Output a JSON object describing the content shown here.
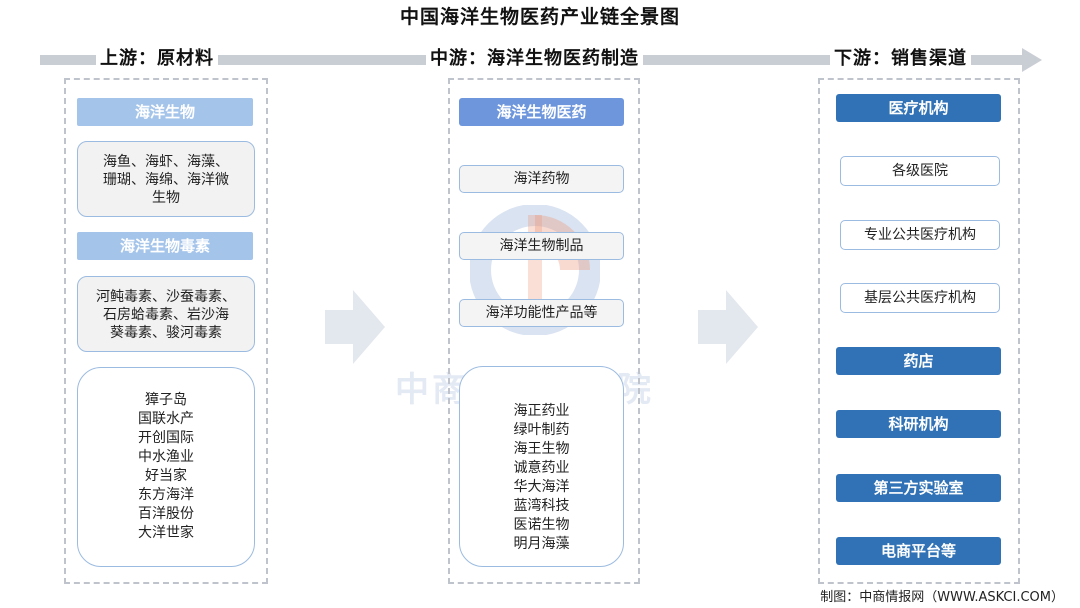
{
  "title": "中国海洋生物医药产业链全景图",
  "stages": {
    "upstream": "上游：原材料",
    "midstream": "中游：海洋生物医药制造",
    "downstream": "下游：销售渠道"
  },
  "upstream": {
    "group1_header": "海洋生物",
    "group1_lines": [
      "海鱼、海虾、海藻、",
      "珊瑚、海绵、海洋微",
      "生物"
    ],
    "group2_header": "海洋生物毒素",
    "group2_lines": [
      "河鲀毒素、沙蚕毒素、",
      "石房蛤毒素、岩沙海",
      "葵毒素、骏河毒素"
    ],
    "companies": [
      "獐子岛",
      "国联水产",
      "开创国际",
      "中水渔业",
      "好当家",
      "东方海洋",
      "百洋股份",
      "大洋世家"
    ]
  },
  "midstream": {
    "header": "海洋生物医药",
    "items": [
      "海洋药物",
      "海洋生物制品",
      "海洋功能性产品等"
    ],
    "companies": [
      "海正药业",
      "绿叶制药",
      "海王生物",
      "诚意药业",
      "华大海洋",
      "蓝湾科技",
      "医诺生物",
      "明月海藻"
    ]
  },
  "downstream": {
    "medical": "医疗机构",
    "medical_sub": [
      "各级医院",
      "专业公共医疗机构",
      "基层公共医疗机构"
    ],
    "channels": [
      "药店",
      "科研机构",
      "第三方实验室",
      "电商平台等"
    ]
  },
  "watermark": "中商产业研究院",
  "credit": "制图：中商情报网（WWW.ASKCI.COM）",
  "colors": {
    "light_blue": "#a4c4ea",
    "mid_blue": "#6d96dc",
    "dark_blue": "#3072b5",
    "panel_border": "#bfc4cc",
    "arrow": "#e3e8ee"
  }
}
